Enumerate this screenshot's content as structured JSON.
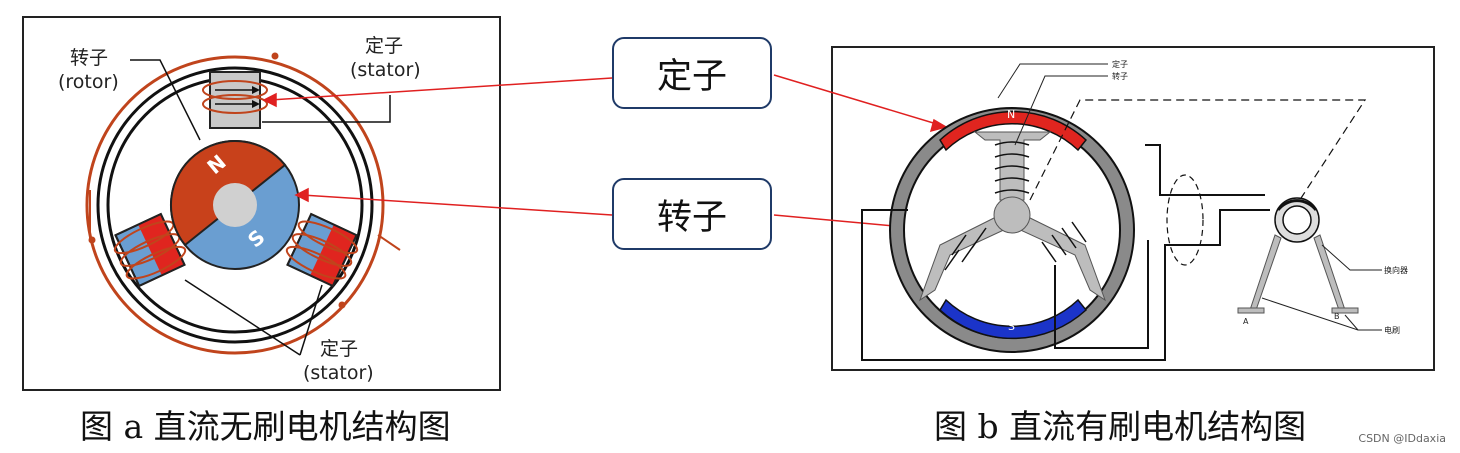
{
  "panel_a": {
    "rotor_label": "转子",
    "rotor_label_en": "(rotor)",
    "stator_top_label": "定子",
    "stator_top_label_en": "(stator)",
    "stator_bottom_label": "定子",
    "stator_bottom_label_en": "(stator)",
    "pole_n": "N",
    "pole_s": "S",
    "caption": "图 a  直流无刷电机结构图"
  },
  "callouts": {
    "stator": "定子",
    "rotor": "转子"
  },
  "panel_b": {
    "label_stator": "定子",
    "label_rotor": "转子",
    "label_commutator": "换向器",
    "label_brush": "电刷",
    "brush_a": "A",
    "brush_b": "B",
    "pole_n": "N",
    "pole_s": "S",
    "caption": "图 b  直流有刷电机结构图"
  },
  "colors": {
    "red_pole": "#c8411b",
    "blue_pole": "#6a9ed1",
    "coil": "#c0441c",
    "stator_ring_b": "#8a8a8a",
    "n_pole_b": "#e0251f",
    "s_pole_b": "#1b34c9",
    "arrow": "#e02020"
  },
  "watermark": "CSDN @IDdaxia"
}
